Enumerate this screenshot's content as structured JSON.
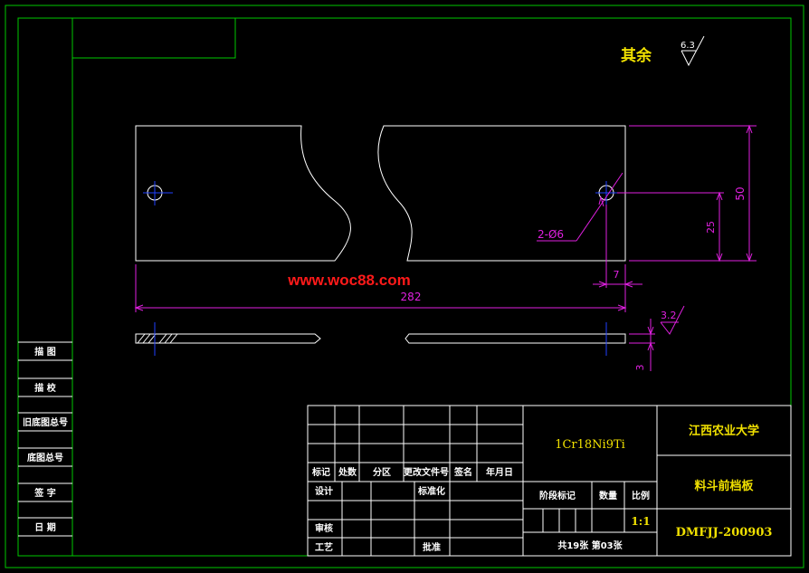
{
  "colors": {
    "background": "#000000",
    "frame": "#00c800",
    "outline": "#ffffff",
    "dimension": "#e020e0",
    "center_line": "#2040ff",
    "title_text": "#f0e000",
    "watermark": "#ff1a1a"
  },
  "roughness": {
    "label": "其余",
    "value": "6.3"
  },
  "watermark": "www.woc88.com",
  "dimensions": {
    "length": "282",
    "height": "50",
    "hole_offset_y": "25",
    "hole_offset_x": "7",
    "holes": "2-Ø6",
    "thickness": "3",
    "surface_roughness": "3.2"
  },
  "side_column": [
    "描 图",
    "描 校",
    "旧底图总号",
    "底图总号",
    "签 字",
    "日 期"
  ],
  "title_block": {
    "rev_headers": [
      "标记",
      "处数",
      "分区",
      "更改文件号",
      "签名",
      "年月日"
    ],
    "design": "设计",
    "standardization": "标准化",
    "review": "审核",
    "process": "工艺",
    "approve": "批准",
    "material": "1Cr18Ni9Ti",
    "stage_mark": "阶段标记",
    "quantity": "数量",
    "scale_label": "比例",
    "scale": "1:1",
    "sheets": "共19张 第03张",
    "school": "江西农业大学",
    "part_name": "料斗前档板",
    "drawing_no": "DMFJJ-200903"
  }
}
